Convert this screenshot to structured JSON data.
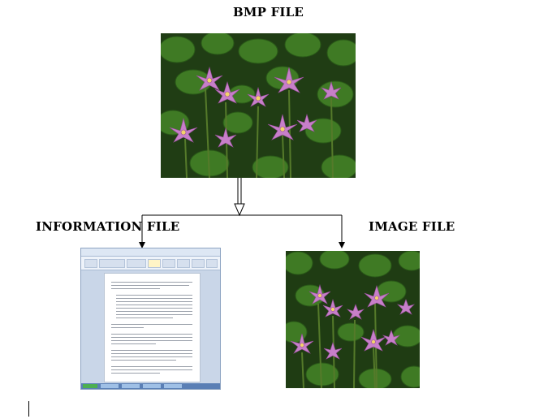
{
  "labels": {
    "bmp_file": "BMP FILE",
    "information_file": "INFORMATION FILE",
    "image_file": "IMAGE FILE"
  },
  "colors": {
    "line": "#000000",
    "background": "#ffffff"
  },
  "images": {
    "bmp_photo": "water-lily-photo",
    "output_photo": "water-lily-photo",
    "document_thumbnail": "word-document-screenshot"
  }
}
